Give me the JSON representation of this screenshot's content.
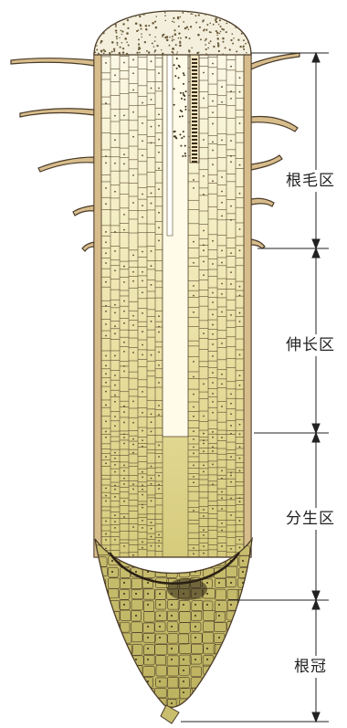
{
  "figure": {
    "zones": [
      {
        "label": "根毛区"
      },
      {
        "label": "伸长区"
      },
      {
        "label": "分生区"
      },
      {
        "label": "根冠"
      }
    ],
    "colors": {
      "epidermis": "#d8bd8c",
      "outline": "#4a3b28",
      "cell_line": "#5a4a30",
      "upper_fill": "#fbf7df",
      "mid_fill": "#efe3a6",
      "lower_fill": "#ddd084",
      "cap_fill": "#c8bf6a",
      "marker": "#222222"
    }
  }
}
